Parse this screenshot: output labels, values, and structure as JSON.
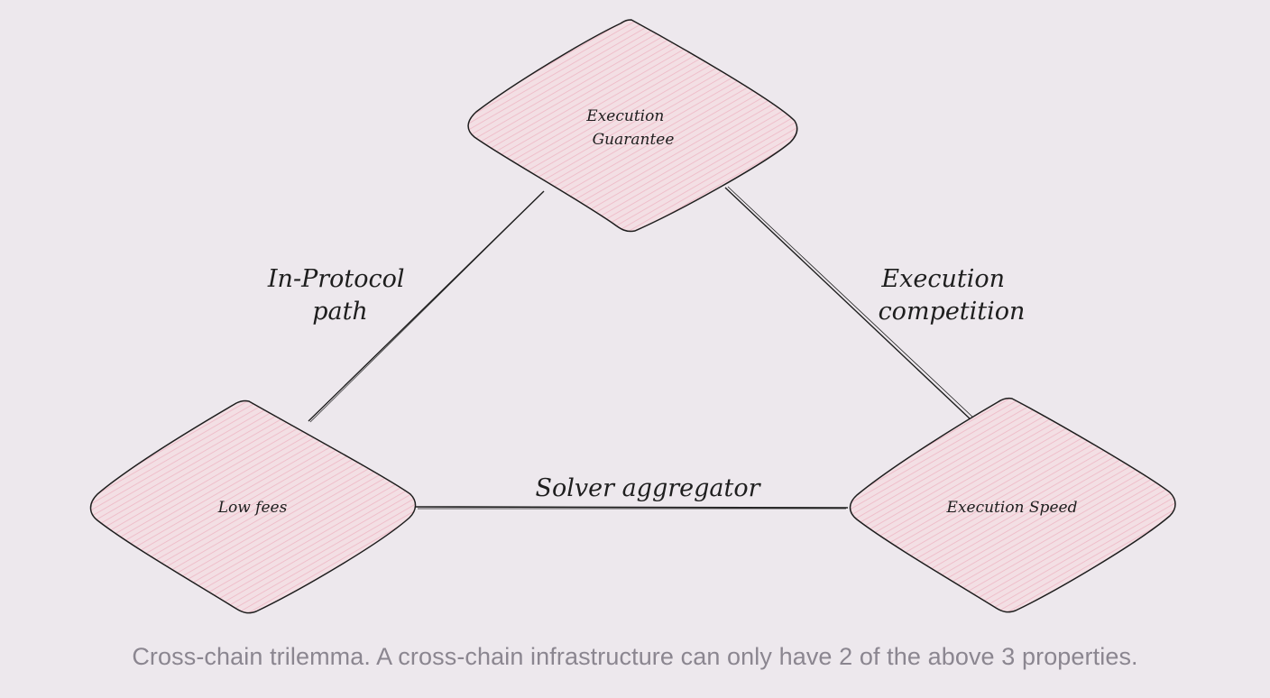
{
  "nodes": {
    "top": {
      "lines": [
        "Execution",
        "Guarantee"
      ]
    },
    "left": {
      "lines": [
        "Low fees"
      ]
    },
    "right": {
      "lines": [
        "Execution Speed"
      ]
    }
  },
  "edges": {
    "left": {
      "lines": [
        "In-Protocol",
        "path"
      ]
    },
    "right": {
      "lines": [
        "Execution",
        "competition"
      ]
    },
    "bottom": {
      "lines": [
        "Solver aggregator"
      ]
    }
  },
  "caption": "Cross-chain trilemma. A cross-chain infrastructure can only have 2 of the above 3 properties.",
  "colors": {
    "background": "#ede8ed",
    "node_fill": "#f3dfe4",
    "hatch": "#f0b9c6",
    "stroke": "#1e1e1e",
    "caption": "#8b8690"
  }
}
